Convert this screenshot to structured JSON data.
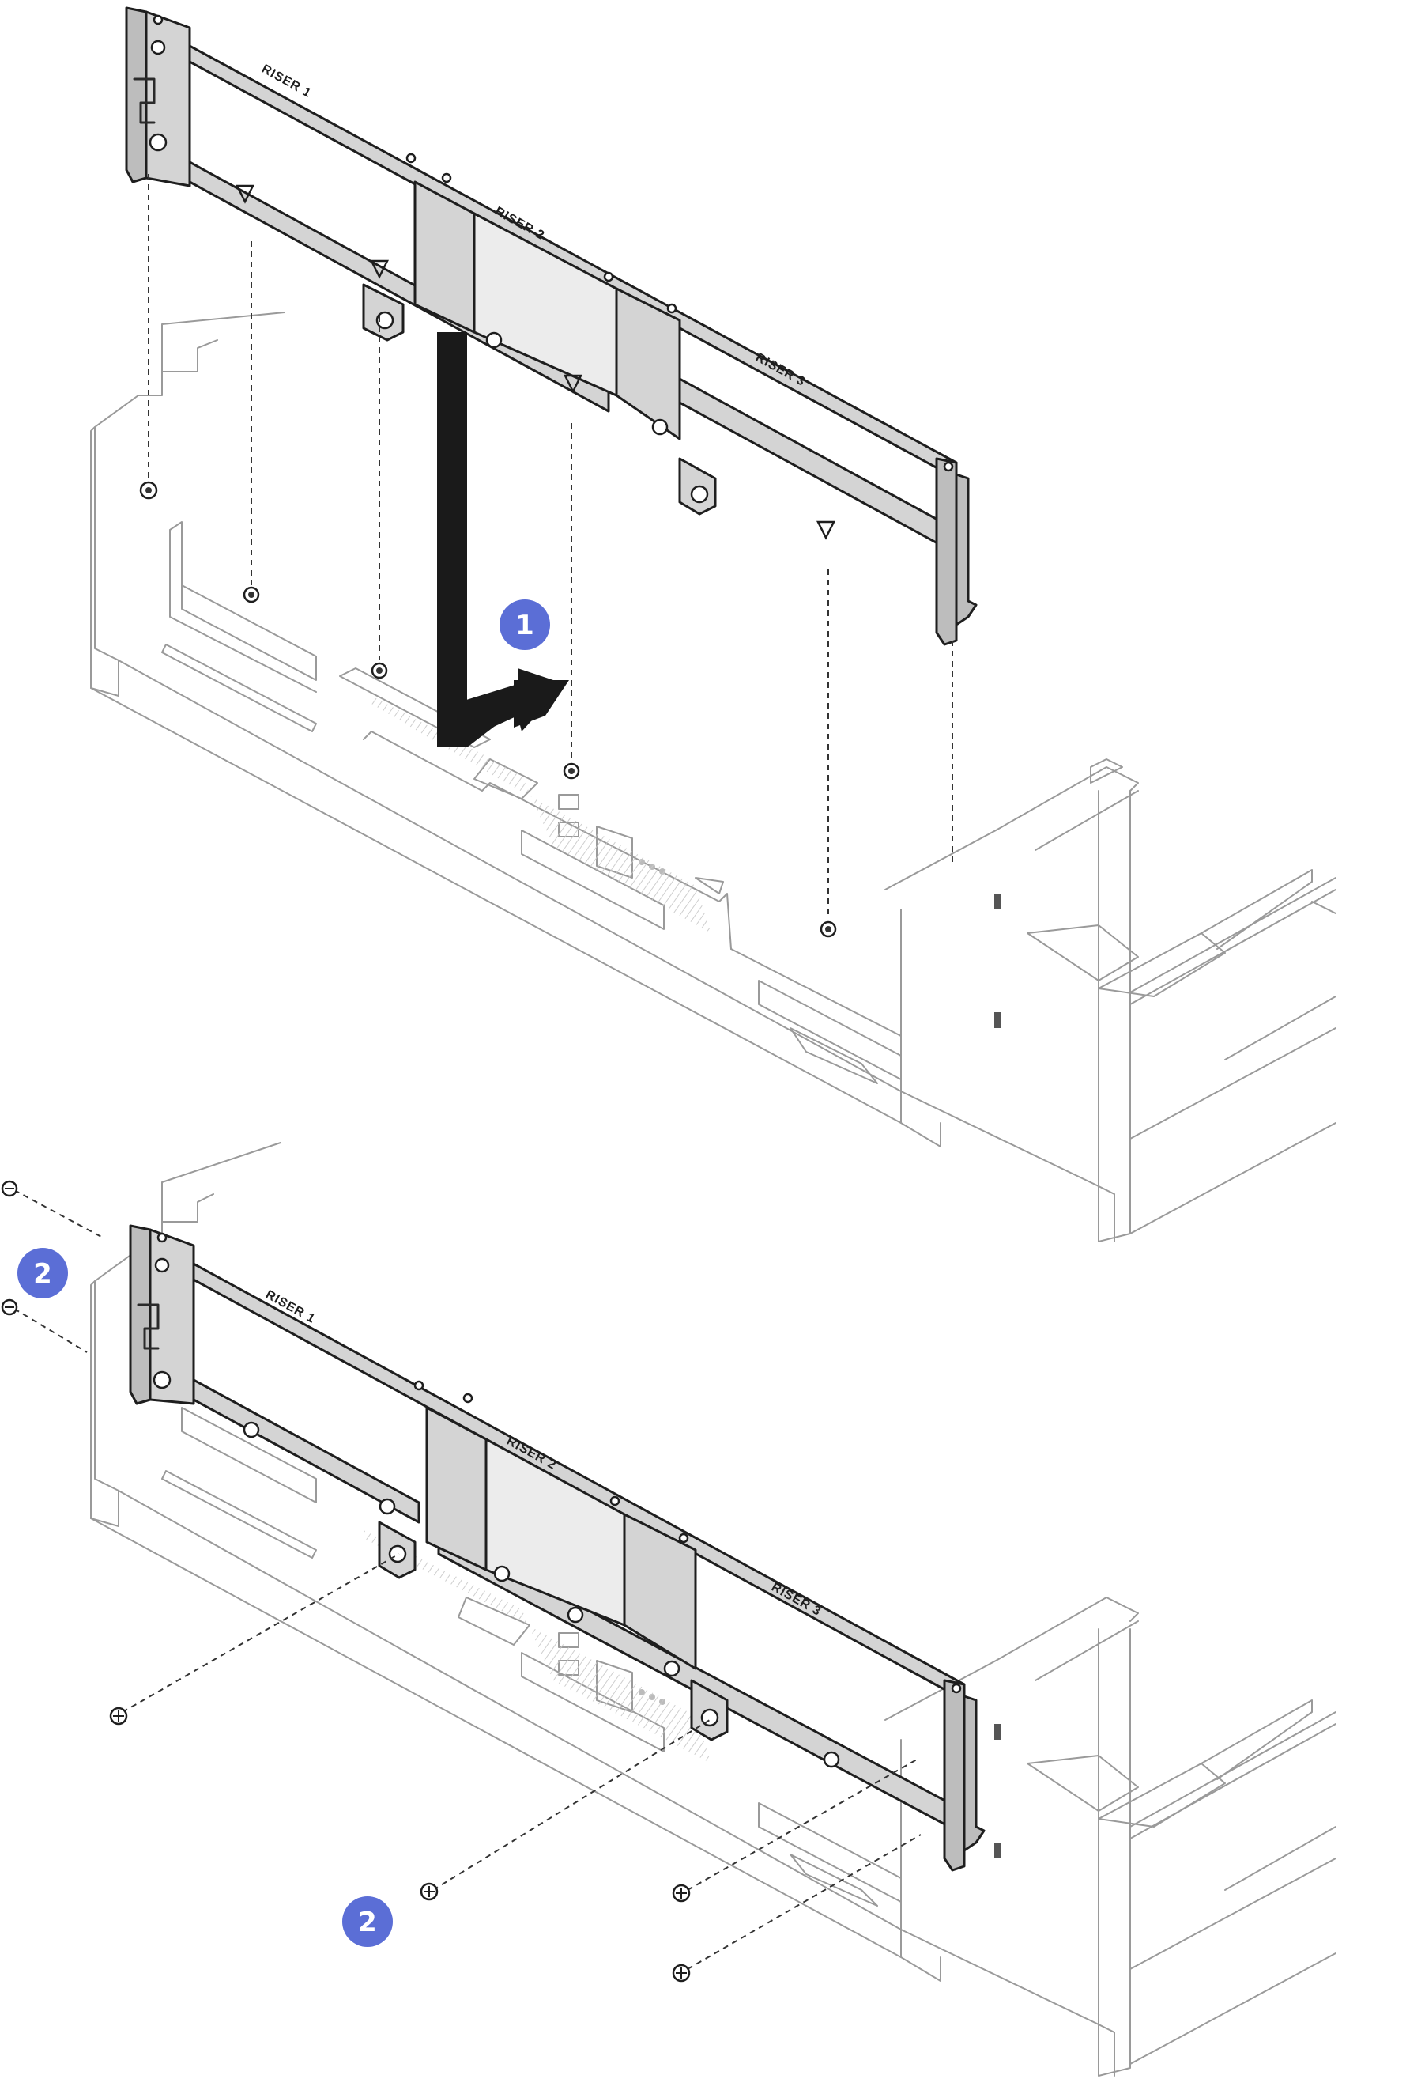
{
  "figure": {
    "labels": {
      "riser_1": "RISER 1",
      "riser_2": "RISER 2",
      "riser_3": "RISER 3"
    },
    "callouts": {
      "step_1": "1",
      "step_2_left": "2",
      "step_2_bottom": "2"
    },
    "colors": {
      "callout": "#5b6ed6",
      "bracket": "#d4d4d4",
      "outline": "#9a9a9a",
      "ink": "#1e1e1e"
    }
  }
}
